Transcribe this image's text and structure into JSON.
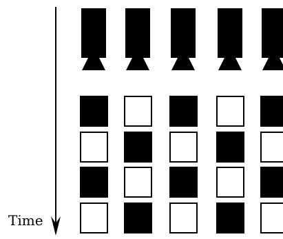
{
  "time_label": "Time",
  "colors": {
    "ink": "#000000",
    "paper": "#ffffff"
  },
  "print_heads": 5,
  "pattern_rows": [
    [
      "filled",
      "empty",
      "filled",
      "empty",
      "filled"
    ],
    [
      "empty",
      "filled",
      "empty",
      "filled",
      "empty"
    ],
    [
      "filled",
      "empty",
      "filled",
      "empty",
      "filled"
    ],
    [
      "empty",
      "filled",
      "empty",
      "filled",
      "empty"
    ]
  ]
}
